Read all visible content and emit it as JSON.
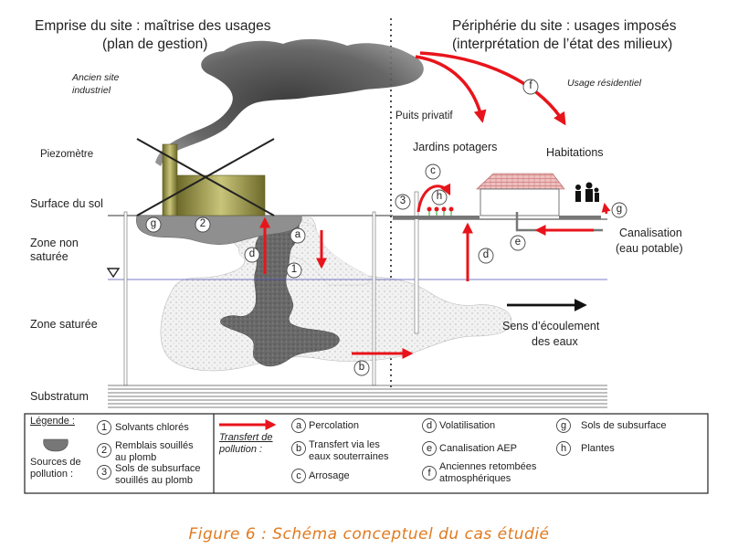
{
  "header": {
    "left_title": "Emprise du site : maîtrise des usages",
    "left_sub": "(plan de gestion)",
    "right_title": "Périphérie du site : usages imposés",
    "right_sub": "(interprétation de l’état des milieux)"
  },
  "zones": {
    "ancien_site": [
      "Ancien site",
      "industriel"
    ],
    "usage_residentiel": "Usage résidentiel",
    "piezometre": "Piezomètre",
    "surface_sol": "Surface du sol",
    "zone_non_saturee": [
      "Zone non",
      "saturée"
    ],
    "zone_saturee": "Zone saturée",
    "substratum": "Substratum",
    "puits_privatif": "Puits privatif",
    "jardins_potagers": "Jardins potagers",
    "habitations": "Habitations",
    "canalisation": [
      "Canalisation",
      "(eau potable)"
    ],
    "sens_ecoulement": [
      "Sens d’écoulement",
      "des eaux"
    ]
  },
  "markers": {
    "n1": "1",
    "n2": "2",
    "n3": "3",
    "a": "a",
    "b": "b",
    "c": "c",
    "d": "d",
    "e": "e",
    "f": "f",
    "g": "g",
    "h": "h",
    "water_table": "∇"
  },
  "legend": {
    "title": "Légende :",
    "sources_label": [
      "Sources de",
      "pollution :"
    ],
    "sources": [
      {
        "num": "1",
        "text": [
          "Solvants chlorés"
        ]
      },
      {
        "num": "2",
        "text": [
          "Remblais souillés",
          "au plomb"
        ]
      },
      {
        "num": "3",
        "text": [
          "Sols de subsurface",
          "souillés au plomb"
        ]
      }
    ],
    "transfert_label": [
      "Transfert de",
      "pollution :"
    ],
    "transferts": [
      {
        "key": "a",
        "text": [
          "Percolation"
        ]
      },
      {
        "key": "b",
        "text": [
          "Transfert via les",
          "eaux souterraines"
        ]
      },
      {
        "key": "c",
        "text": [
          "Arrosage"
        ]
      },
      {
        "key": "d",
        "text": [
          "Volatilisation"
        ]
      },
      {
        "key": "e",
        "text": [
          "Canalisation AEP"
        ]
      },
      {
        "key": "f",
        "text": [
          "Anciennes retombées",
          "atmosphériques"
        ]
      },
      {
        "key": "g",
        "text": [
          "Sols de subsurface"
        ]
      },
      {
        "key": "h",
        "text": [
          "Plantes"
        ]
      }
    ]
  },
  "caption": "Figure 6 : Schéma conceptuel du cas étudié",
  "colors": {
    "arrow": "#e8141b",
    "plume": "#6f6f6f",
    "speckle": "#f1f1f1",
    "building": "#a8a35a",
    "roof": "#e9a8a8",
    "caption": "#e07a1f"
  }
}
